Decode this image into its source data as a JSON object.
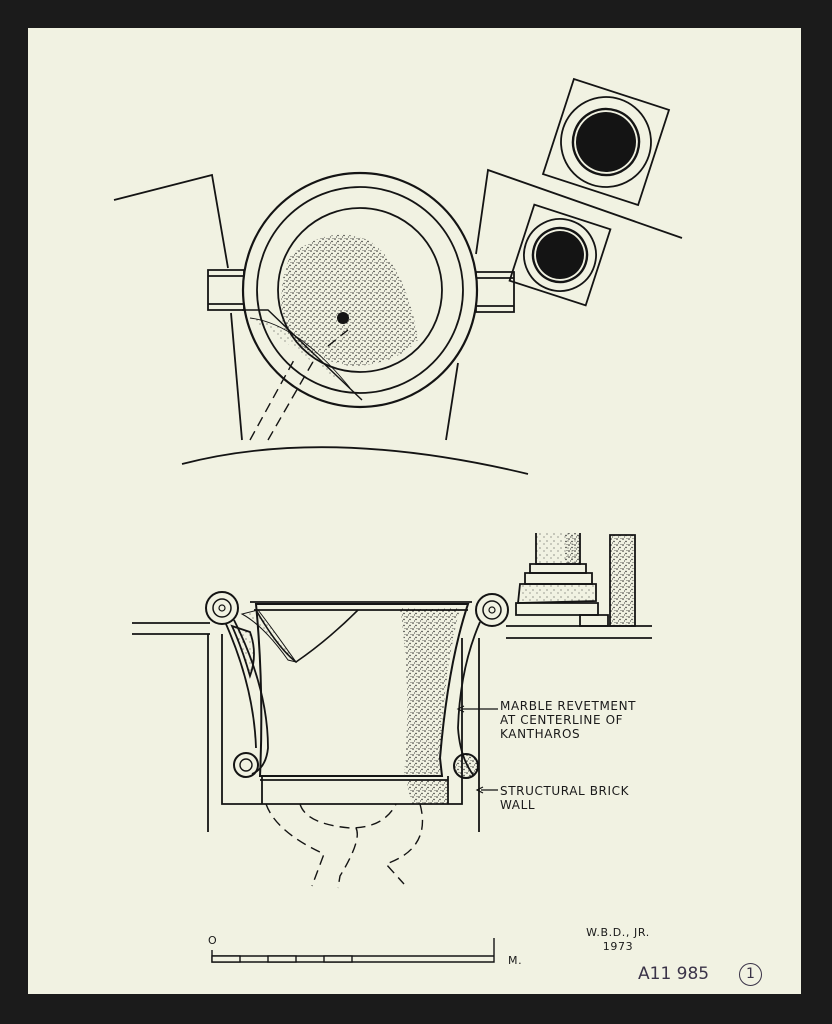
{
  "labels": {
    "revetment": [
      "MARBLE REVETMENT",
      "AT CENTERLINE OF",
      "KANTHAROS"
    ],
    "wall": [
      "STRUCTURAL BRICK",
      "WALL"
    ]
  },
  "scale": {
    "zero": "O",
    "unit": "M."
  },
  "author": {
    "initials": "W.B.D., JR.",
    "year": "1973"
  },
  "catalog": {
    "number": "A11 985",
    "sheet": "1"
  },
  "colors": {
    "paper": "#f1f2e2",
    "ink": "#141414",
    "border": "#1b1b1b",
    "pencil": "#3a3348"
  }
}
